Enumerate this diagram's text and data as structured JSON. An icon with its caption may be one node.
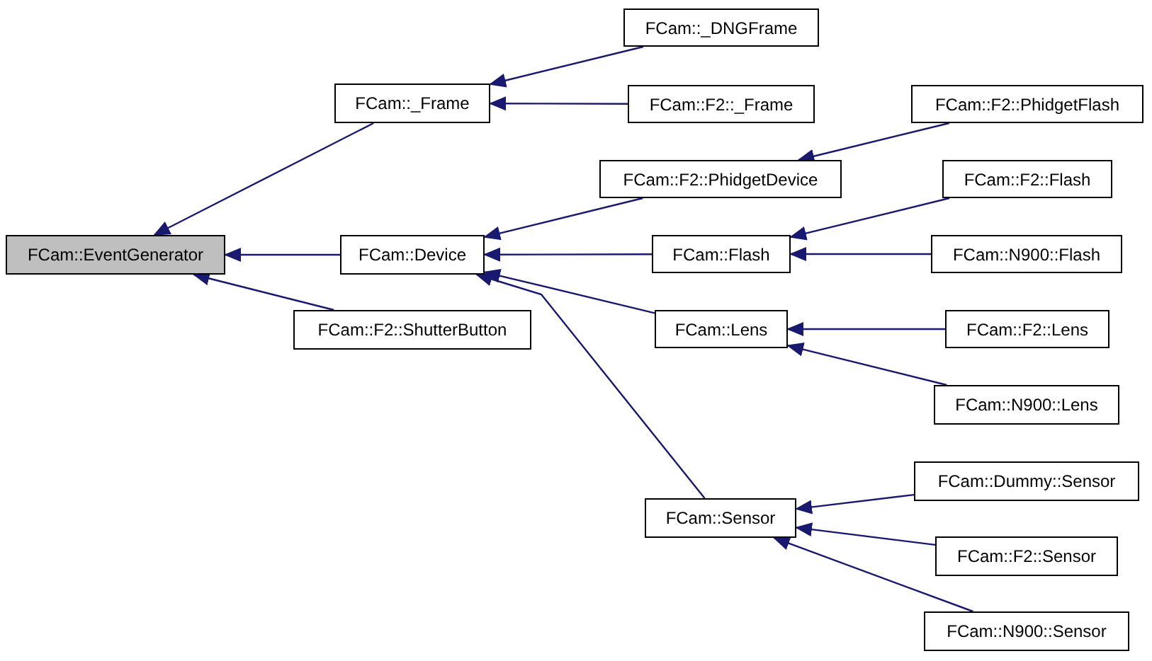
{
  "diagram": {
    "nodes": [
      {
        "text": [
          "FCam::EventGenerator"
        ]
      },
      {
        "text": [
          "FCam::_Frame"
        ]
      },
      {
        "text": [
          "FCam::_DNGFrame"
        ]
      },
      {
        "text": [
          "FCam::F2::_Frame"
        ]
      },
      {
        "text": [
          "FCam::Device"
        ]
      },
      {
        "text": [
          "FCam::F2::PhidgetDevice"
        ]
      },
      {
        "text": [
          "FCam::F2::PhidgetFlash"
        ]
      },
      {
        "text": [
          "FCam::Flash"
        ]
      },
      {
        "text": [
          "FCam::F2::Flash"
        ]
      },
      {
        "text": [
          "FCam::N900::Flash"
        ]
      },
      {
        "text": [
          "FCam::Lens"
        ]
      },
      {
        "text": [
          "FCam::F2::Lens"
        ]
      },
      {
        "text": [
          "FCam::N900::Lens"
        ]
      },
      {
        "text": [
          "FCam::Sensor"
        ]
      },
      {
        "text": [
          "FCam::Dummy::Sensor"
        ]
      },
      {
        "text": [
          "FCam::F2::Sensor"
        ]
      },
      {
        "text": [
          "FCam::N900::Sensor"
        ]
      },
      {
        "text": [
          "FCam::F2::ShutterButton"
        ]
      }
    ],
    "edges": [
      {
        "from": 1,
        "to": 0,
        "arrow": "to"
      },
      {
        "from": 4,
        "to": 0,
        "arrow": "to"
      },
      {
        "from": 17,
        "to": 0,
        "arrow": "to"
      },
      {
        "from": 2,
        "to": 1,
        "arrow": "to"
      },
      {
        "from": 3,
        "to": 1,
        "arrow": "to"
      },
      {
        "from": 5,
        "to": 4,
        "arrow": "to"
      },
      {
        "from": 7,
        "to": 4,
        "arrow": "to"
      },
      {
        "from": 10,
        "to": 4,
        "arrow": "to"
      },
      {
        "from": 13,
        "to": 4,
        "arrow": "to"
      },
      {
        "from": 6,
        "to": 5,
        "arrow": "to"
      },
      {
        "from": 8,
        "to": 7,
        "arrow": "to"
      },
      {
        "from": 9,
        "to": 7,
        "arrow": "to"
      },
      {
        "from": 11,
        "to": 10,
        "arrow": "to"
      },
      {
        "from": 12,
        "to": 10,
        "arrow": "to"
      },
      {
        "from": 14,
        "to": 13,
        "arrow": "to"
      },
      {
        "from": 15,
        "to": 13,
        "arrow": "to"
      },
      {
        "from": 16,
        "to": 13,
        "arrow": "to"
      }
    ]
  }
}
